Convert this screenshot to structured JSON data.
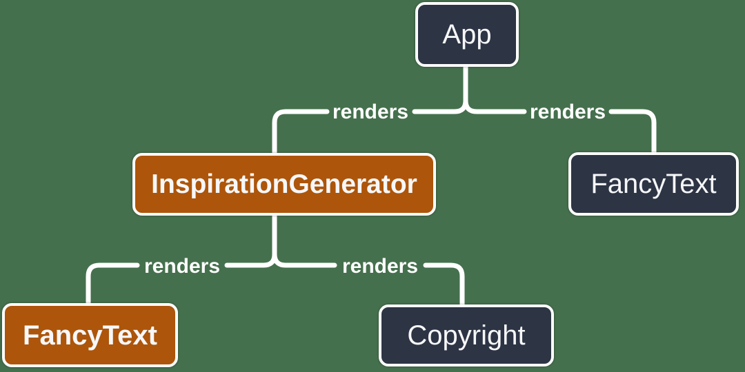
{
  "diagram": {
    "title": "react-render-tree",
    "background_color": "#45704D",
    "connector_color": "#FFFFFF",
    "node_colors": {
      "dark": "#2D3444",
      "highlight": "#AD550A",
      "border": "#FFFFFF",
      "text": "#F6F7F9"
    },
    "nodes": [
      {
        "id": "app",
        "label": "App",
        "variant": "dark"
      },
      {
        "id": "inspiration",
        "label": "InspirationGenerator",
        "variant": "highlight"
      },
      {
        "id": "fancytext-right",
        "label": "FancyText",
        "variant": "dark"
      },
      {
        "id": "fancytext-left",
        "label": "FancyText",
        "variant": "highlight"
      },
      {
        "id": "copyright",
        "label": "Copyright",
        "variant": "dark"
      }
    ],
    "edges": [
      {
        "from": "app",
        "to": "inspiration",
        "label": "renders"
      },
      {
        "from": "app",
        "to": "fancytext-right",
        "label": "renders"
      },
      {
        "from": "inspiration",
        "to": "fancytext-left",
        "label": "renders"
      },
      {
        "from": "inspiration",
        "to": "copyright",
        "label": "renders"
      }
    ]
  }
}
